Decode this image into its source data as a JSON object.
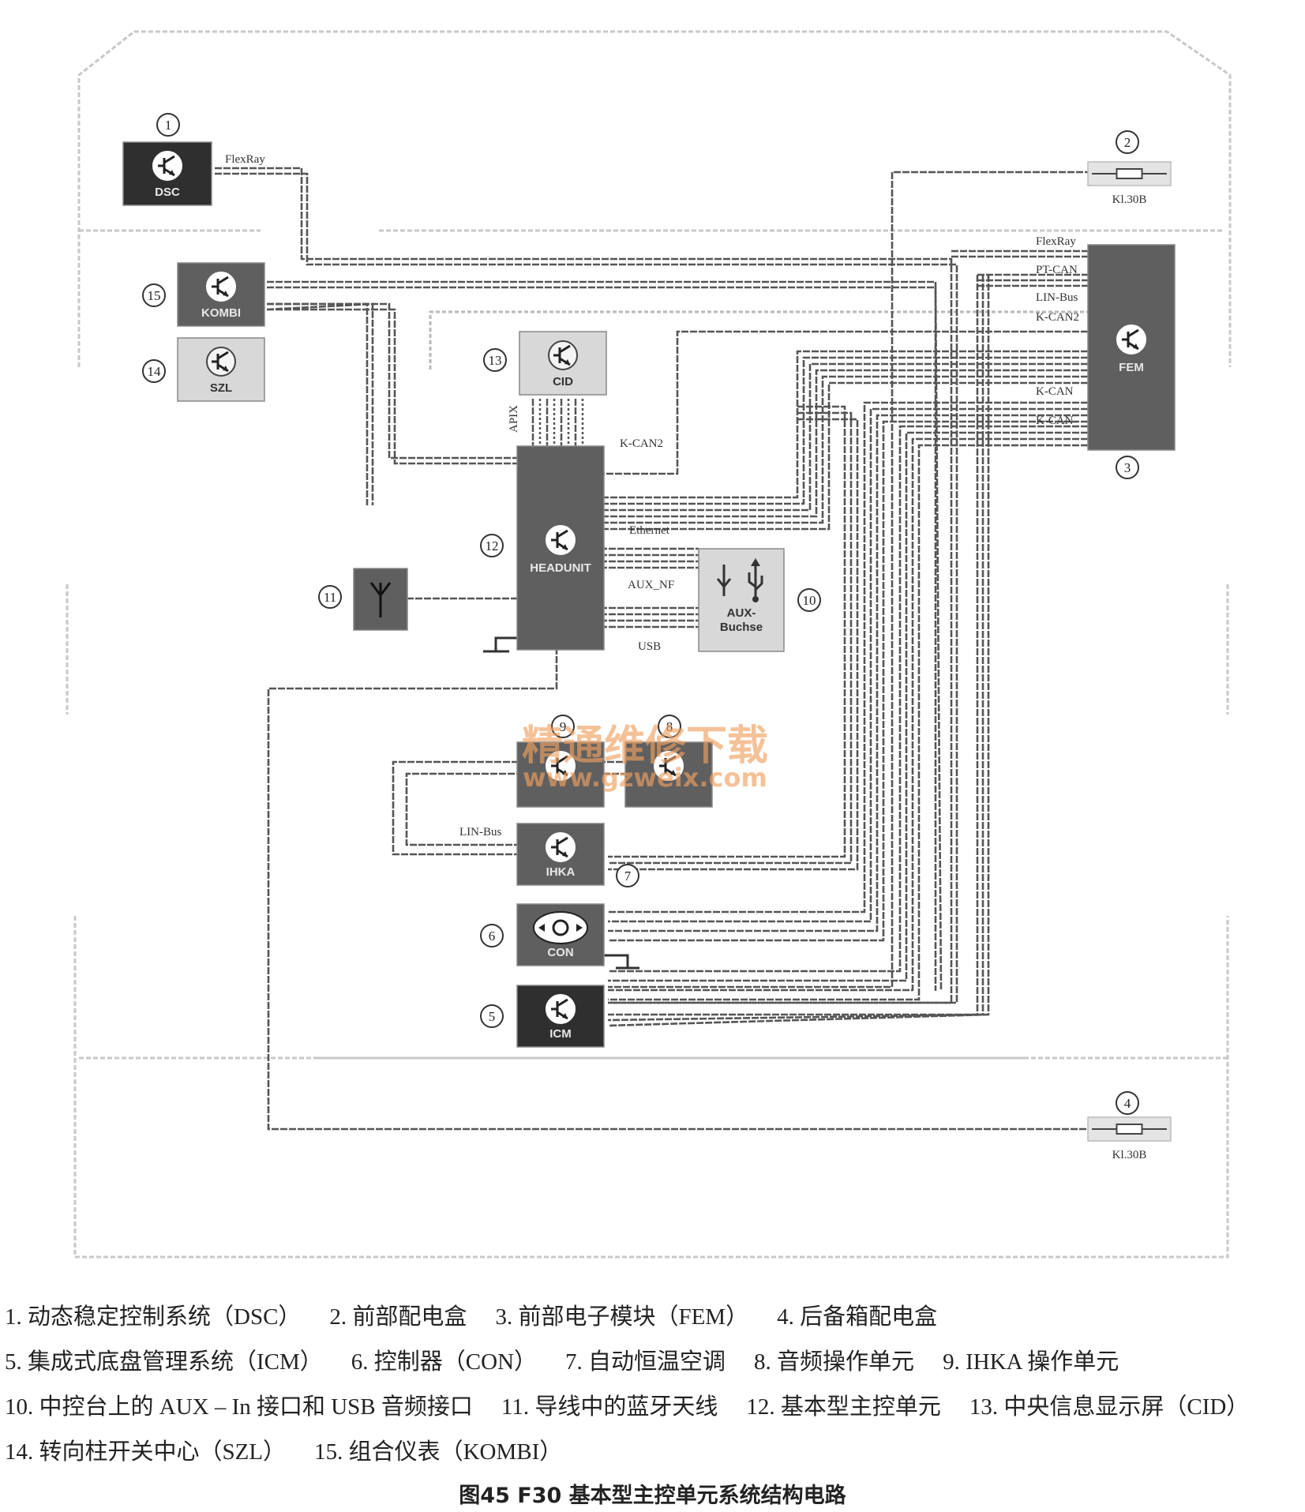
{
  "diagram": {
    "modules": [
      {
        "id": "dsc",
        "number": "1",
        "label": "DSC",
        "icon": "transistor-icon",
        "fill": "#2f2f2f"
      },
      {
        "id": "kl30b_front",
        "number": "2",
        "label": "Kl.30B",
        "icon": "fuse-icon",
        "fill": "#e4e4e4"
      },
      {
        "id": "fem",
        "number": "3",
        "label": "FEM",
        "icon": "transistor-icon",
        "fill": "#5f5f5f"
      },
      {
        "id": "kl30b_rear",
        "number": "4",
        "label": "Kl.30B",
        "icon": "fuse-icon",
        "fill": "#e4e4e4"
      },
      {
        "id": "icm",
        "number": "5",
        "label": "ICM",
        "icon": "transistor-icon",
        "fill": "#2f2f2f"
      },
      {
        "id": "con",
        "number": "6",
        "label": "CON",
        "icon": "controller-knob-icon",
        "fill": "#5f5f5f"
      },
      {
        "id": "ihka",
        "number": "7",
        "label": "IHKA",
        "icon": "transistor-icon",
        "fill": "#5f5f5f"
      },
      {
        "id": "audio_panel",
        "number": "8",
        "label": "",
        "icon": "transistor-icon",
        "fill": "#5f5f5f"
      },
      {
        "id": "ihka_panel",
        "number": "9",
        "label": "",
        "icon": "transistor-icon",
        "fill": "#5f5f5f"
      },
      {
        "id": "aux",
        "number": "10",
        "label": "AUX-Buchse",
        "icon": "usb-icon",
        "fill": "#d8d8d8"
      },
      {
        "id": "antenna",
        "number": "11",
        "label": "",
        "icon": "antenna-icon",
        "fill": "#5f5f5f"
      },
      {
        "id": "headunit",
        "number": "12",
        "label": "HEADUNIT",
        "icon": "transistor-icon",
        "fill": "#5f5f5f"
      },
      {
        "id": "cid",
        "number": "13",
        "label": "CID",
        "icon": "transistor-icon",
        "fill": "#d8d8d8"
      },
      {
        "id": "szl",
        "number": "14",
        "label": "SZL",
        "icon": "transistor-icon",
        "fill": "#d8d8d8"
      },
      {
        "id": "kombi",
        "number": "15",
        "label": "KOMBI",
        "icon": "transistor-icon",
        "fill": "#5f5f5f"
      }
    ],
    "bus_labels": {
      "flexray_dsc": "FlexRay",
      "flexray_fem": "FlexRay",
      "pt_can": "PT-CAN",
      "lin_bus_fem": "LIN-Bus",
      "k_can2_fem": "K-CAN2",
      "k_can_1": "K-CAN",
      "k_can_2": "K-CAN",
      "k_can2_hu": "K-CAN2",
      "apix": "APIX",
      "ethernet": "Ethernet",
      "aux_nf": "AUX_NF",
      "usb": "USB",
      "lin_bus_ihka": "LIN-Bus"
    },
    "watermark": {
      "line1": "精通维修下载",
      "line2": "www.gzweix.com",
      "color": "#f0a060"
    }
  },
  "legend": [
    "1. 动态稳定控制系统（DSC）",
    "2. 前部配电盒",
    "3. 前部电子模块（FEM）",
    "4. 后备箱配电盒",
    "5. 集成式底盘管理系统（ICM）",
    "6. 控制器（CON）",
    "7. 自动恒温空调",
    "8. 音频操作单元",
    "9. IHKA 操作单元",
    "10. 中控台上的 AUX – In 接口和 USB 音频接口",
    "11. 导线中的蓝牙天线",
    "12. 基本型主控单元",
    "13. 中央信息显示屏（CID）",
    "14. 转向柱开关中心（SZL）",
    "15. 组合仪表（KOMBI）"
  ],
  "caption": "图45   F30 基本型主控单元系统结构电路"
}
